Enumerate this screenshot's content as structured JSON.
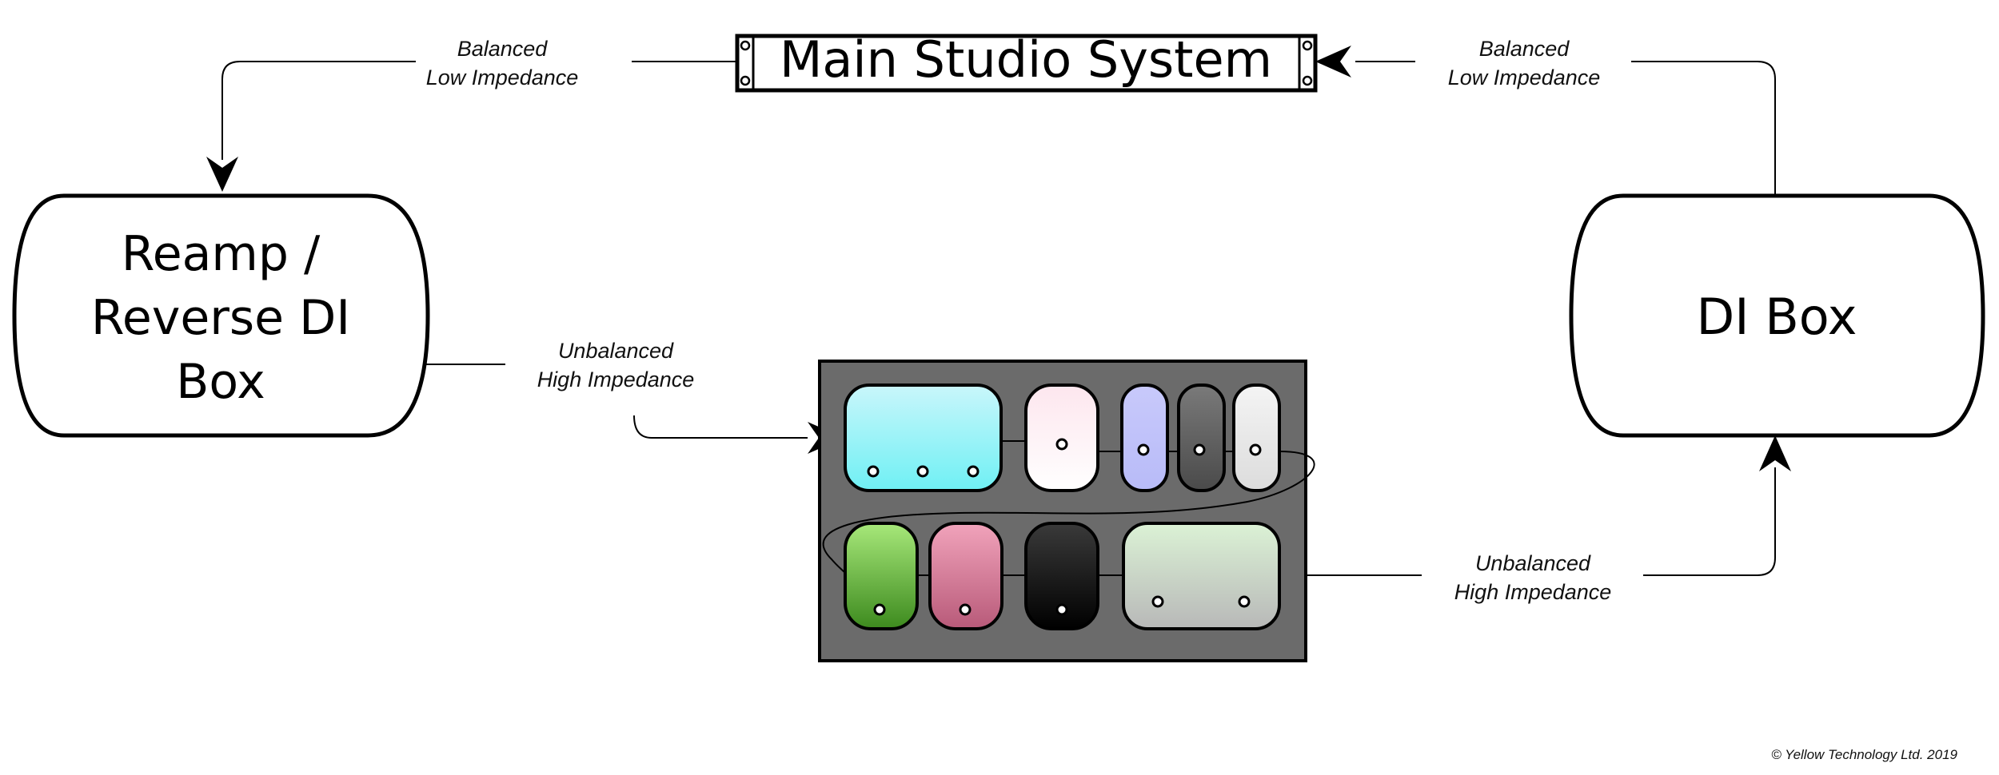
{
  "nodes": {
    "main_system": {
      "label": "Main Studio System"
    },
    "reamp_box": {
      "label_lines": [
        "Reamp /",
        "Reverse DI",
        "Box"
      ]
    },
    "di_box": {
      "label": "DI Box"
    },
    "pedalboard": {
      "pedals_row1": [
        {
          "name": "cyan-pedal",
          "color_top": "#c9f6fb",
          "color_bottom": "#6ff0f4",
          "knobs": 3
        },
        {
          "name": "pink-pedal",
          "color_top": "#fde6ee",
          "color_bottom": "#ffffff",
          "knobs": 1
        },
        {
          "name": "lavender-pedal",
          "color_top": "#c8c9fb",
          "color_bottom": "#b8bbf8",
          "knobs": 1
        },
        {
          "name": "dark-grey-pedal",
          "color_top": "#7a7a7a",
          "color_bottom": "#4a4a4a",
          "knobs": 1
        },
        {
          "name": "white-pedal",
          "color_top": "#f4f4f4",
          "color_bottom": "#dcdcdc",
          "knobs": 1
        }
      ],
      "pedals_row2": [
        {
          "name": "green-pedal",
          "color_top": "#a7e87a",
          "color_bottom": "#3d8a1e",
          "knobs": 1
        },
        {
          "name": "rose-pedal",
          "color_top": "#f1a3bb",
          "color_bottom": "#b85a79",
          "knobs": 1
        },
        {
          "name": "black-pedal",
          "color_top": "#3a3a3a",
          "color_bottom": "#000000",
          "knobs": 1
        },
        {
          "name": "sage-pedal",
          "color_top": "#dbf2d5",
          "color_bottom": "#b8b8b8",
          "knobs": 2
        }
      ]
    }
  },
  "edges": {
    "main_to_reamp": {
      "line1": "Balanced",
      "line2": "Low Impedance"
    },
    "di_to_main": {
      "line1": "Balanced",
      "line2": "Low Impedance"
    },
    "reamp_to_board": {
      "line1": "Unbalanced",
      "line2": "High Impedance"
    },
    "board_to_di": {
      "line1": "Unbalanced",
      "line2": "High Impedance"
    }
  },
  "footer": {
    "copyright": "© Yellow Technology Ltd. 2019"
  },
  "colors": {
    "board": "#6b6b6b",
    "stroke": "#000000"
  }
}
